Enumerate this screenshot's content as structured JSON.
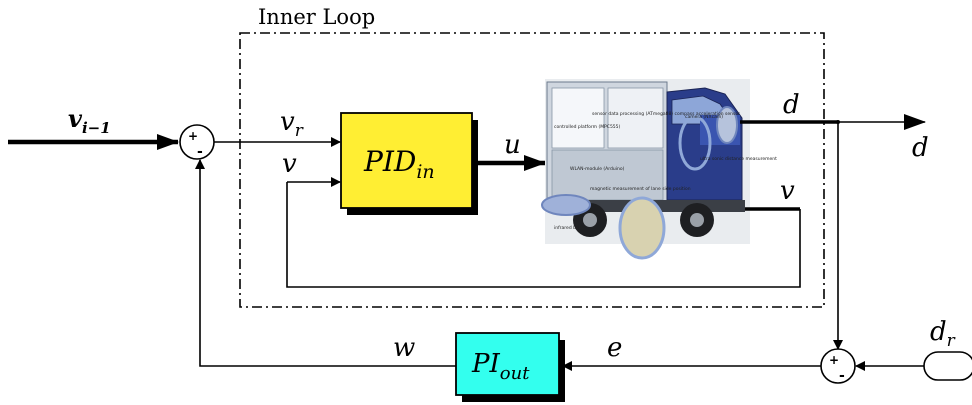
{
  "inner_loop_label": "Inner Loop",
  "blocks": {
    "pid": {
      "main": "PID",
      "sub": "in",
      "color": "#ffee33"
    },
    "pi": {
      "main": "PI",
      "sub": "out",
      "color": "#33ffee"
    }
  },
  "signals": {
    "v_prev_main": "v",
    "v_prev_sub": "i−1",
    "v_r_main": "v",
    "v_r_sub": "r",
    "v": "v",
    "u": "u",
    "d": "d",
    "d_out": "d",
    "v_feedback": "v",
    "e": "e",
    "w": "w",
    "d_r_main": "d",
    "d_r_sub": "r"
  },
  "summing_junction_signs": {
    "top_plus": "+",
    "top_minus": "-",
    "bottom_plus": "+",
    "bottom_minus": "-"
  },
  "truck_photo_labels": [
    "controlled platform (MPC555)",
    "sensor data processing (ATmega88) compass acceleration sensor",
    "camera (NXcam)",
    "ultra sonic distance measurement",
    "WLAN-module (Arduino)",
    "magnetic measurement of lane side position",
    "infrared LEDs"
  ],
  "colors": {
    "pid_block": "#ffee33",
    "pi_block": "#33ffee",
    "truck_body": "#2a3d8a"
  }
}
